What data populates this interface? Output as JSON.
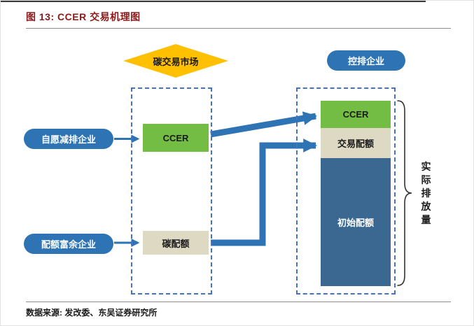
{
  "header": {
    "title": "图 13: CCER 交易机理图"
  },
  "diagram": {
    "market_label": "碳交易市场",
    "controlled_label": "控排企业",
    "left_pills": [
      {
        "label": "自愿减排企业"
      },
      {
        "label": "配额富余企业"
      }
    ],
    "market_boxes": [
      {
        "label": "CCER"
      },
      {
        "label": "碳配额"
      }
    ],
    "stack": [
      {
        "label": "CCER"
      },
      {
        "label": "交易配额"
      },
      {
        "label": "初始配额"
      }
    ],
    "brace_label": "实际排放量"
  },
  "footer": {
    "source": "数据来源: 发改委、东吴证券研究所"
  },
  "colors": {
    "title_red": "#8B1A1A",
    "diamond_yellow": "#FFC000",
    "pill_blue": "#2E74B5",
    "box_green": "#74BD44",
    "box_beige": "#DDD9C3",
    "box_darkblue": "#3A6890",
    "arrow_blue": "#2E74B5",
    "dashed_border_blue": "#4472C4"
  }
}
